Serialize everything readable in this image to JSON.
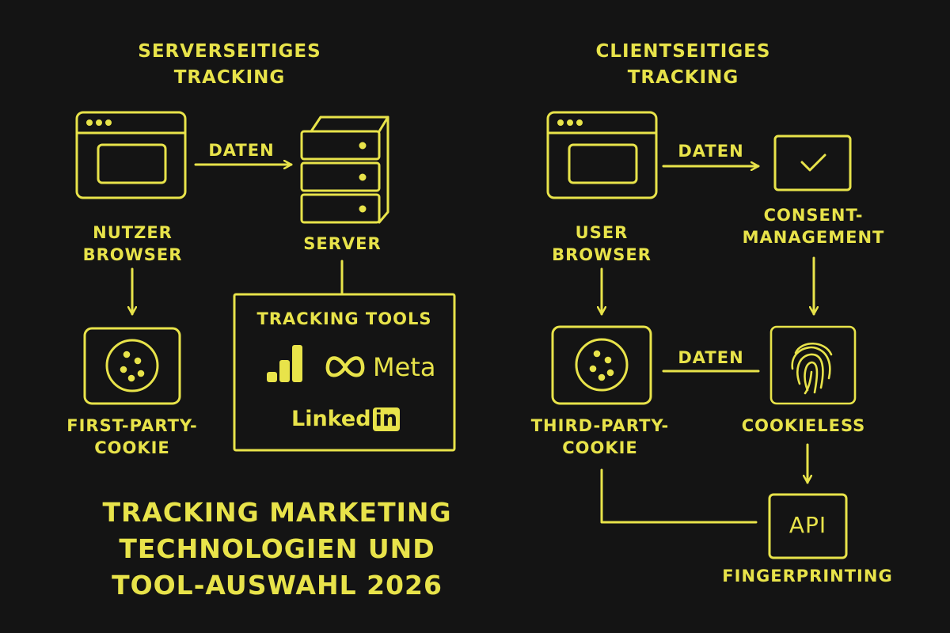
{
  "colors": {
    "background": "#141414",
    "accent": "#e8e34a"
  },
  "left": {
    "heading": [
      "SERVERSEITIGES",
      "TRACKING"
    ],
    "edge_label": "DATEN",
    "browser_label": [
      "NUTZER",
      "BROWSER"
    ],
    "server_label": "SERVER",
    "cookie_label": [
      "FIRST-PARTY-",
      "COOKIE"
    ],
    "tools": {
      "heading": "TRACKING TOOLS",
      "meta_label": "Meta",
      "linkedin_text": "Linked",
      "linkedin_badge": "in"
    }
  },
  "right": {
    "heading": [
      "CLIENTSEITIGES",
      "TRACKING"
    ],
    "edge_label_top": "DATEN",
    "edge_label_mid": "DATEN",
    "browser_label": [
      "USER",
      "BROWSER"
    ],
    "consent_label": [
      "CONSENT-",
      "MANAGEMENT"
    ],
    "cookie_label": [
      "THIRD-PARTY-",
      "COOKIE"
    ],
    "cookieless_label": "COOKIELESS",
    "api_label": "API",
    "fingerprint_label": "FINGERPRINTING"
  },
  "title": [
    "TRACKING MARKETING",
    "TECHNOLOGIEN UND",
    "TOOL-AUSWAHL 2026"
  ]
}
